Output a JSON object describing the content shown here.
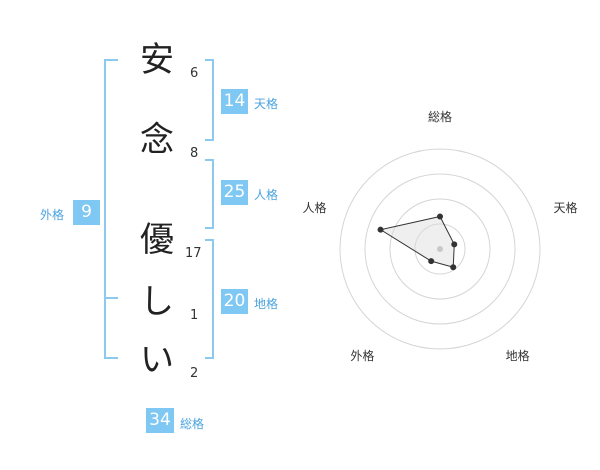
{
  "name_chars": [
    {
      "char": "安",
      "strokes": "6"
    },
    {
      "char": "念",
      "strokes": "8"
    },
    {
      "char": "優",
      "strokes": "17"
    },
    {
      "char": "し",
      "strokes": "1"
    },
    {
      "char": "い",
      "strokes": "2"
    }
  ],
  "fortunes": {
    "tenkaku": {
      "value": "14",
      "label": "天格"
    },
    "jinkaku": {
      "value": "25",
      "label": "人格"
    },
    "chikaku": {
      "value": "20",
      "label": "地格"
    },
    "gaikaku": {
      "value": "9",
      "label": "外格"
    },
    "soukaku": {
      "value": "34",
      "label": "総格"
    }
  },
  "colors": {
    "accent": "#7ec8f3",
    "label_blue": "#4aa3df",
    "bracket": "#8cc9ef"
  },
  "radar": {
    "axes": [
      "総格",
      "天格",
      "地格",
      "外格",
      "人格"
    ],
    "levels": 4,
    "max": 4,
    "values": [
      1.3,
      0.6,
      0.9,
      0.6,
      2.5
    ]
  }
}
